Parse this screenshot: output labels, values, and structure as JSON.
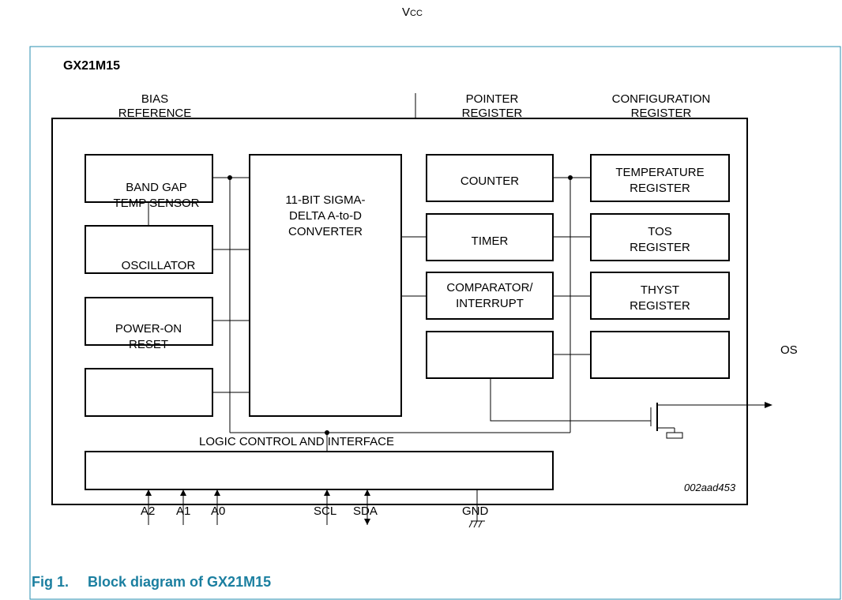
{
  "supply": {
    "label": "V",
    "subscript": "CC"
  },
  "chip_name": "GX21M15",
  "top_labels": {
    "bias": [
      "BIAS",
      "REFERENCE"
    ],
    "pointer": [
      "POINTER",
      "REGISTER"
    ],
    "configuration": [
      "CONFIGURATION",
      "REGISTER"
    ]
  },
  "blocks": {
    "band_gap": [
      "BAND GAP",
      "TEMP SENSOR"
    ],
    "oscillator": "OSCILLATOR",
    "power_on": [
      "POWER-ON",
      "RESET"
    ],
    "adc": [
      "11-BIT SIGMA-",
      "DELTA A-to-D",
      "CONVERTER"
    ],
    "counter": "COUNTER",
    "timer": "TIMER",
    "comparator": [
      "COMPARATOR/",
      "INTERRUPT"
    ],
    "temperature_register": [
      "TEMPERATURE",
      "REGISTER"
    ],
    "tos_register": [
      "TOS",
      "REGISTER"
    ],
    "thyst_register": [
      "THYST",
      "REGISTER"
    ]
  },
  "logic_label": "LOGIC CONTROL AND INTERFACE",
  "output_label": "OS",
  "pins": [
    "A2",
    "A1",
    "A0",
    "SCL",
    "SDA",
    "GND"
  ],
  "drawing_ref": "002aad453",
  "caption": {
    "number": "Fig 1.",
    "text": "Block diagram of GX21M15"
  },
  "colors": {
    "frame": "#2a8fb0",
    "caption": "#1b7fa0",
    "line": "#000000"
  }
}
